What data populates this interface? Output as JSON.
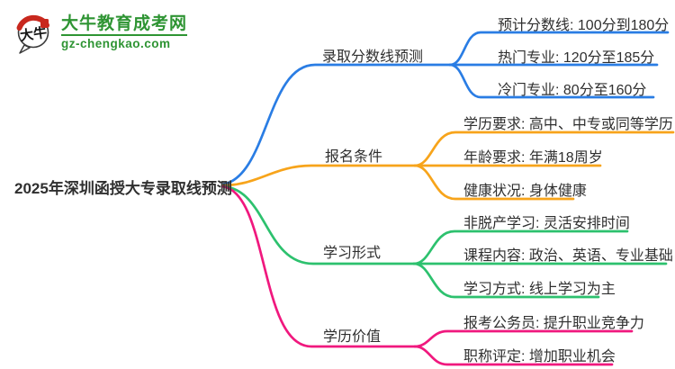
{
  "logo": {
    "bubble_text": "大牛",
    "site_name": "大牛教育成考网",
    "site_domain": "gz-chengkao.com",
    "brand_green": "#2e9433",
    "seal_red": "#c8281e"
  },
  "root": {
    "label": "2025年深圳函授大专录取线预测"
  },
  "colors": {
    "text": "#2f2f2f",
    "blue": "#2a7de4",
    "orange": "#f7a41b",
    "green": "#2dc16e",
    "pink": "#f0187e"
  },
  "branches": [
    {
      "label": "录取分数线预测",
      "color": "#2a7de4",
      "children": [
        "预计分数线: 100分到180分",
        "热门专业: 120分至185分",
        "冷门专业: 80分至160分"
      ]
    },
    {
      "label": "报名条件",
      "color": "#f7a41b",
      "children": [
        "学历要求: 高中、中专或同等学历",
        "年龄要求: 年满18周岁",
        "健康状况: 身体健康"
      ]
    },
    {
      "label": "学习形式",
      "color": "#2dc16e",
      "children": [
        "非脱产学习: 灵活安排时间",
        "课程内容: 政治、英语、专业基础",
        "学习方式: 线上学习为主"
      ]
    },
    {
      "label": "学历价值",
      "color": "#f0187e",
      "children": [
        "报考公务员: 提升职业竞争力",
        "职称评定: 增加职业机会"
      ]
    }
  ]
}
